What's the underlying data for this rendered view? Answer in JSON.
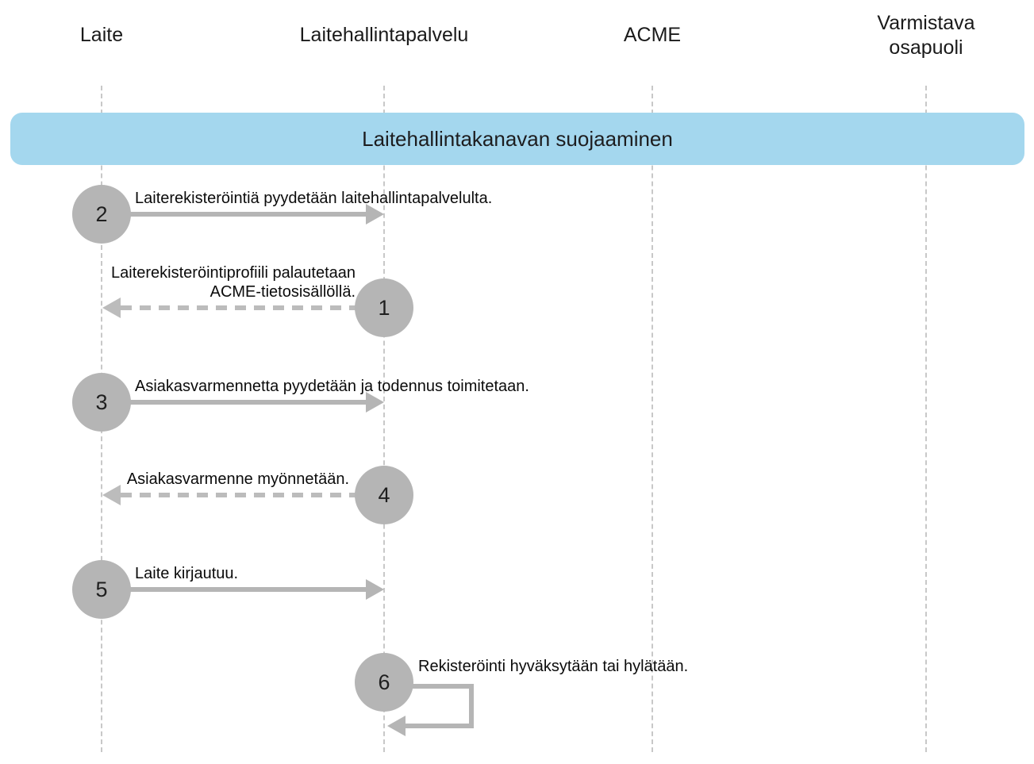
{
  "diagram_title": "Laitehallintakanavan suojaaminen",
  "actors": [
    {
      "label": "Laite"
    },
    {
      "label": "Laitehallintapalvelu"
    },
    {
      "label": "ACME"
    },
    {
      "label": "Varmistava osapuoli"
    }
  ],
  "banner": {
    "title": "Laitehallintakanavan suojaaminen"
  },
  "steps": [
    {
      "number": "2",
      "label": "Laiterekisteröintiä pyydetään laitehallintapalvelulta.",
      "from": "Laite",
      "to": "Laitehallintapalvelu",
      "line_style": "solid"
    },
    {
      "number": "1",
      "label": "Laiterekisteröintiprofiili palautetaan ACME-tietosisällöllä.",
      "from": "Laitehallintapalvelu",
      "to": "Laite",
      "line_style": "dashed"
    },
    {
      "number": "3",
      "label": "Asiakasvarmennetta pyydetään ja todennus toimitetaan.",
      "from": "Laite",
      "to": "Laitehallintapalvelu",
      "line_style": "solid"
    },
    {
      "number": "4",
      "label": "Asiakasvarmenne myönnetään.",
      "from": "Laitehallintapalvelu",
      "to": "Laite",
      "line_style": "dashed"
    },
    {
      "number": "5",
      "label": "Laite kirjautuu.",
      "from": "Laite",
      "to": "Laitehallintapalvelu",
      "line_style": "solid"
    },
    {
      "number": "6",
      "label": "Rekisteröinti hyväksytään tai hylätään.",
      "from": "Laitehallintapalvelu",
      "to": "Laitehallintapalvelu",
      "line_style": "self-loop"
    }
  ],
  "colors": {
    "banner_bg": "#a4d7ee",
    "arrow_gray": "#b5b5b5",
    "circle_gray": "#b5b5b5",
    "lifeline_gray": "#c8c8c8",
    "text": "#111111"
  }
}
